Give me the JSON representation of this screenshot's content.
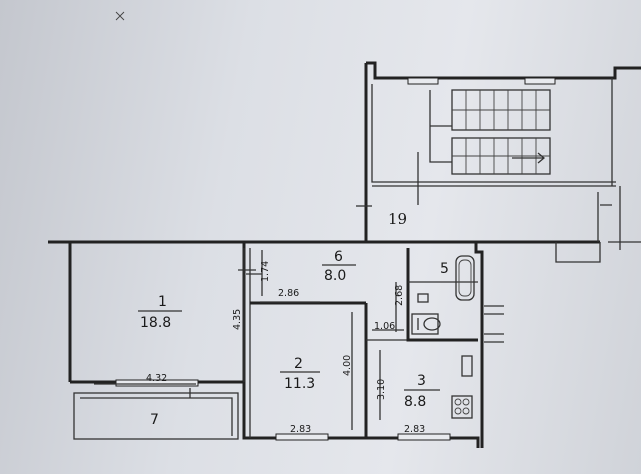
{
  "plan": {
    "rooms": [
      {
        "id": "1",
        "area": "18.8"
      },
      {
        "id": "2",
        "area": "11.3"
      },
      {
        "id": "3",
        "area": "8.8"
      },
      {
        "id": "5"
      },
      {
        "id": "6",
        "area": "8.0"
      },
      {
        "id": "7"
      },
      {
        "id": "19"
      }
    ],
    "dimensions": [
      "4.35",
      "1.74",
      "2.86",
      "4.32",
      "4.00",
      "2.68",
      "1.06",
      "3.10",
      "2.83",
      "2.83"
    ]
  }
}
